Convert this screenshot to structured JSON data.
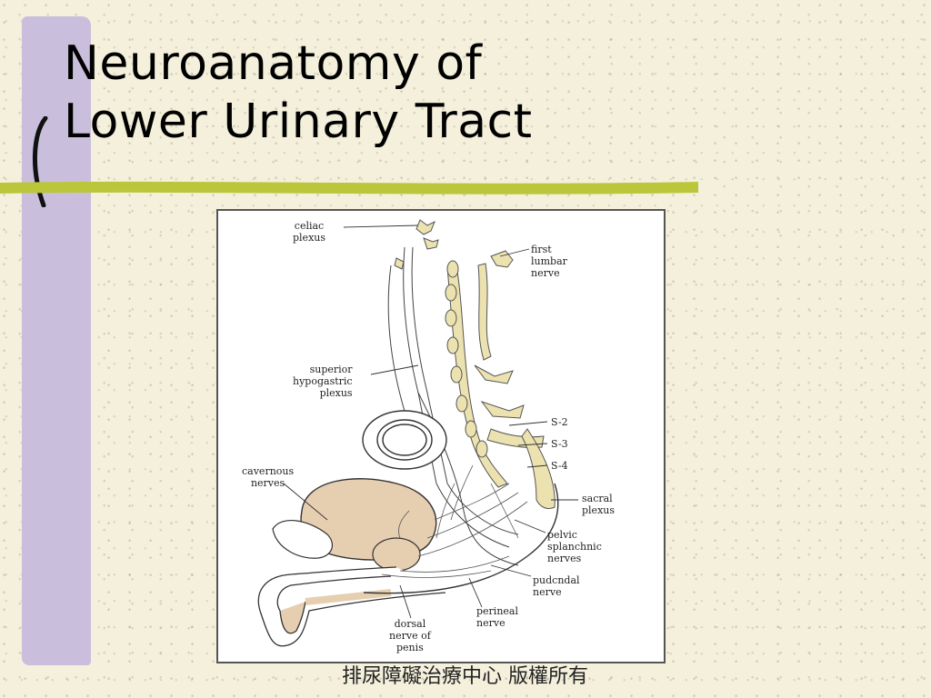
{
  "slide": {
    "title_line1": "Neuroanatomy of",
    "title_line2": "Lower Urinary Tract",
    "footer": "排尿障礙治療中心 版權所有",
    "colors": {
      "purple_bar": "#c9bfdc",
      "green_line": "#bcc63a",
      "background": "#f4f0dc",
      "nerve_fill": "#ece2b0",
      "organ_fill": "#e6ceb0"
    }
  },
  "figure": {
    "labels": {
      "celiac_plexus": [
        "celiac",
        "plexus"
      ],
      "first_lumbar_nerve": [
        "first",
        "lumbar",
        "nerve"
      ],
      "superior_hypogastric_plexus": [
        "superior",
        "hypogastric",
        "plexus"
      ],
      "s2": "S-2",
      "s3": "S-3",
      "s4": "S-4",
      "cavernous_nerves": [
        "cavernous",
        "nerves"
      ],
      "sacral_plexus": [
        "sacral",
        "plexus"
      ],
      "pelvic_splanchnic_nerves": [
        "pelvic",
        "splanchnic",
        "nerves"
      ],
      "pudendal_nerve": [
        "pudcndal",
        "nerve"
      ],
      "perineal_nerve": [
        "perineal",
        "nerve"
      ],
      "dorsal_nerve_of_penis": [
        "dorsal",
        "nerve of",
        "penis"
      ]
    }
  }
}
